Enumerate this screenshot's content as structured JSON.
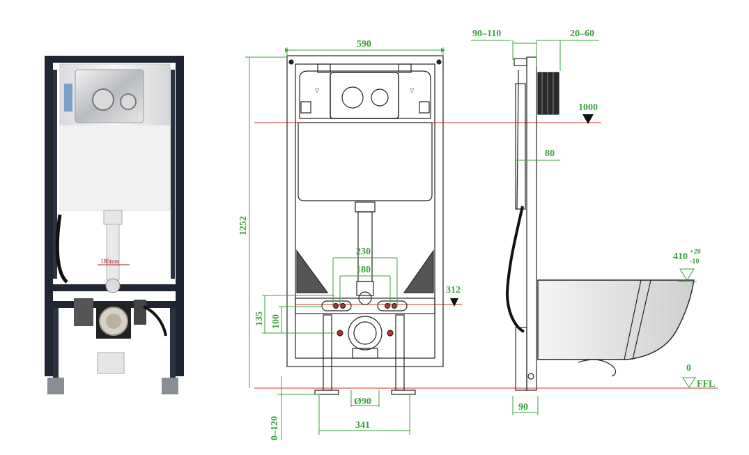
{
  "photo": {
    "pipe_spacing_label": "180mm"
  },
  "front_view": {
    "width_dim": "590",
    "height_dim": "1252",
    "bolt_spacing_outer": "230",
    "bolt_spacing_inner": "180",
    "bolt_height_level": "312",
    "dim_135": "135",
    "dim_100": "100",
    "pipe_diameter": "Ø90",
    "feet_spacing": "341",
    "feet_adjust": "0–120"
  },
  "side_view": {
    "wall_depth": "90–110",
    "button_depth": "20–60",
    "button_level": "1000",
    "dim_80": "80",
    "bowl_height": "410",
    "bowl_tol_plus": "+20",
    "bowl_tol_minus": "-10",
    "ffl_level": "0",
    "ffl_label": "FFL",
    "base_depth": "90"
  },
  "colors": {
    "dimension": "#3aa23a",
    "reference_line": "#d9322a",
    "frame": "#1f2533",
    "outline": "#222222"
  }
}
